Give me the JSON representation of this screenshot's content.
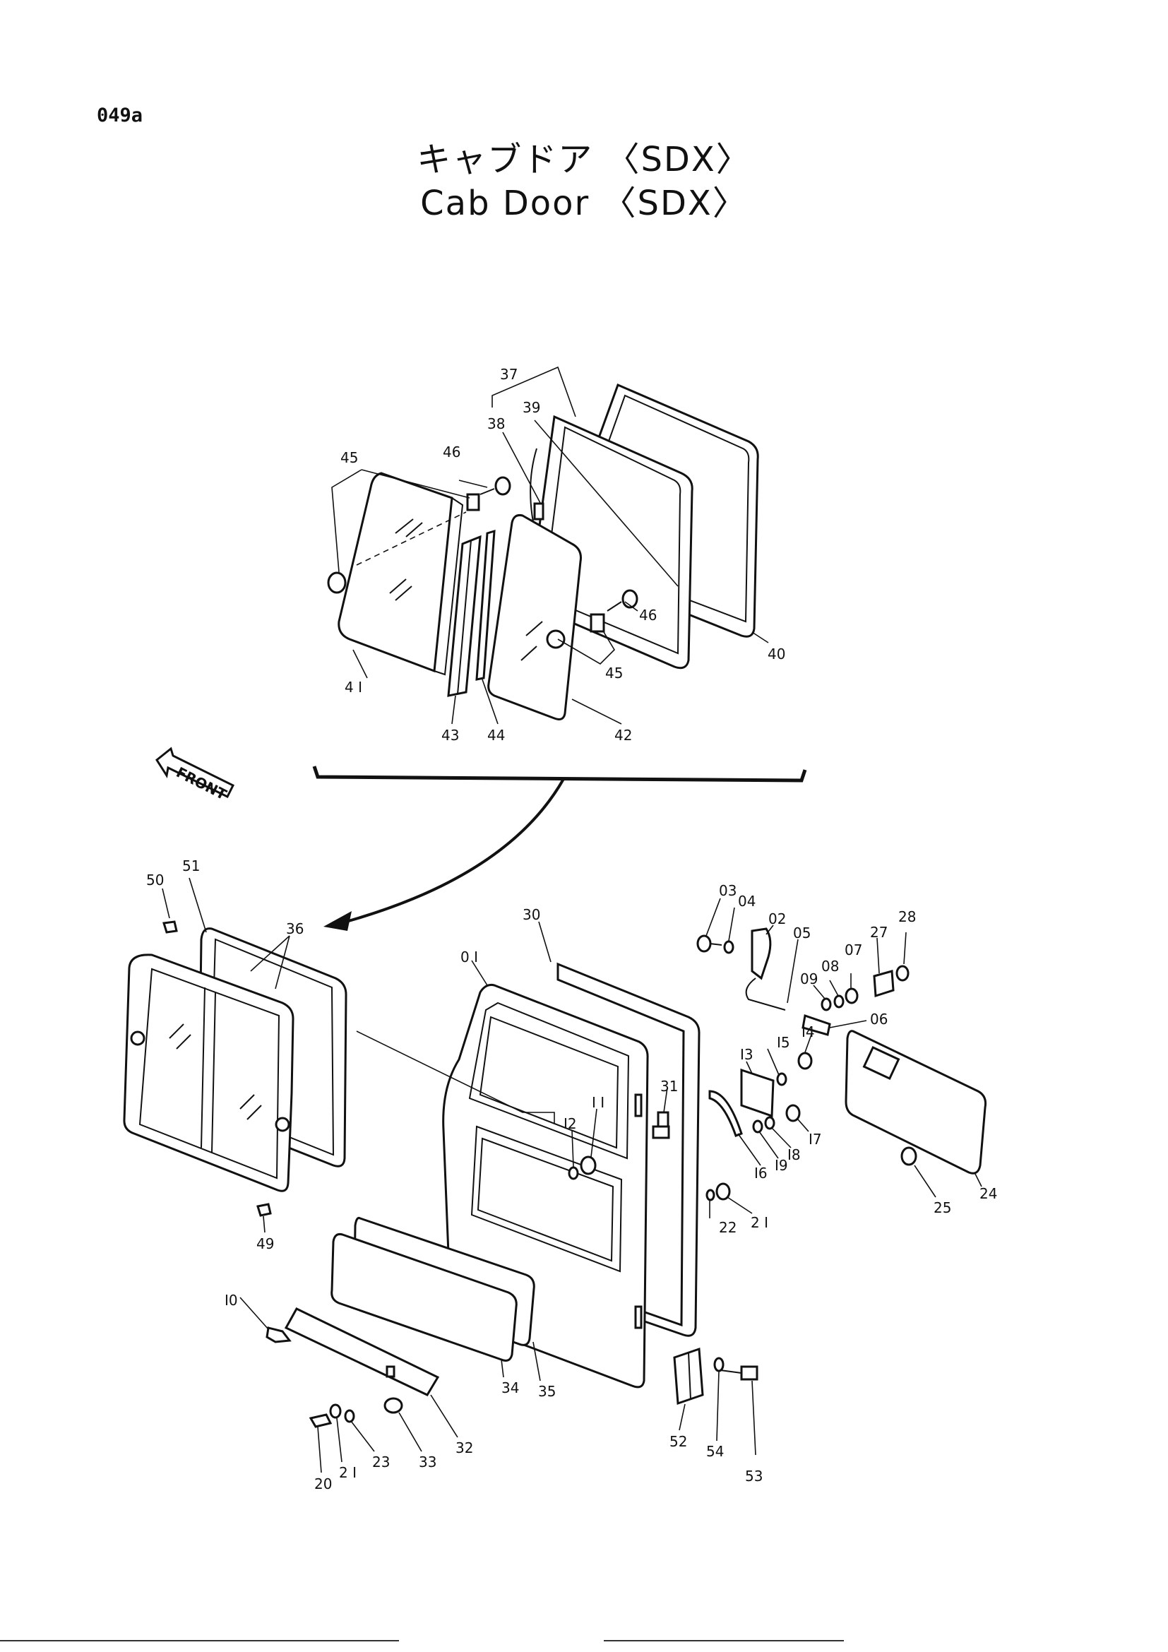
{
  "page": {
    "code": "049a"
  },
  "title": {
    "jp": "キャブドア 〈SDX〉",
    "en": "Cab Door 〈SDX〉"
  },
  "front_marker": "FRONT",
  "callouts": {
    "c37": "37",
    "c39": "39",
    "c38": "38",
    "c45a": "45",
    "c46a": "46",
    "c40": "40",
    "c46b": "46",
    "c45b": "45",
    "c41": "4 I",
    "c43": "43",
    "c44": "44",
    "c42": "42",
    "c50": "50",
    "c51": "51",
    "c36": "36",
    "c49": "49",
    "c10": "I0",
    "c30": "30",
    "c01": "0 I",
    "c31": "31",
    "c12": "I2",
    "c11": "I I",
    "c03": "03",
    "c04": "04",
    "c02": "02",
    "c05": "05",
    "c27": "27",
    "c28": "28",
    "c07": "07",
    "c08": "08",
    "c09": "09",
    "c06": "06",
    "c14": "I4",
    "c15": "I5",
    "c13": "I3",
    "c17": "I7",
    "c18": "I8",
    "c19": "I9",
    "c16": "I6",
    "c22": "22",
    "c21a": "2 I",
    "c24": "24",
    "c25": "25",
    "c34": "34",
    "c35": "35",
    "c32": "32",
    "c33": "33",
    "c23": "23",
    "c21b": "2 I",
    "c20": "20",
    "c52": "52",
    "c54": "54",
    "c53": "53"
  }
}
